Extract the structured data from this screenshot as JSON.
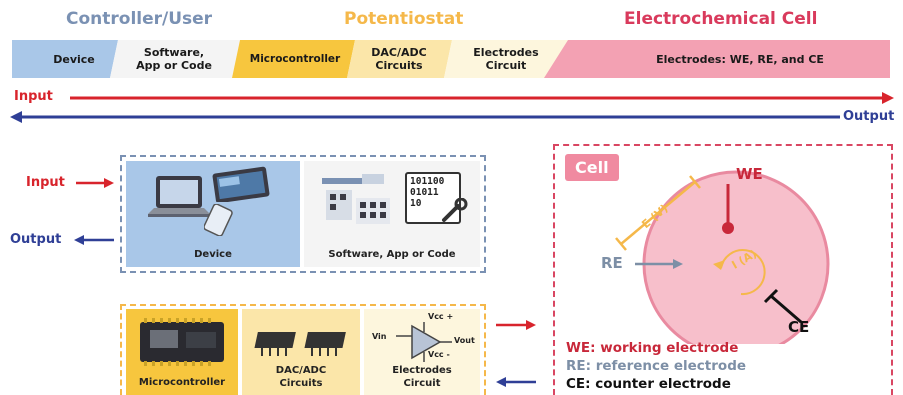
{
  "headers": {
    "controller_user": "Controller/User",
    "potentiostat": "Potentiostat",
    "electrochemical_cell": "Electrochemical Cell"
  },
  "pipeline": {
    "device": "Device",
    "software": "Software,\nApp or Code",
    "microcontroller": "Microcontroller",
    "dac_adc": "DAC/ADC\nCircuits",
    "electrodes_circuit": "Electrodes\nCircuit",
    "electrodes_all": "Electrodes: WE, RE, and CE"
  },
  "flow": {
    "input": "Input",
    "output": "Output"
  },
  "controller_box": {
    "input": "Input",
    "output": "Output",
    "device_caption": "Device",
    "software_caption": "Software, App or Code",
    "binary_text": "101100\n01011\n10"
  },
  "potentiostat_box": {
    "microcontroller_caption": "Microcontroller",
    "dac_adc_caption": "DAC/ADC\nCircuits",
    "electrodes_caption": "Electrodes\nCircuit",
    "vin": "Vin",
    "vout": "Vout",
    "vcc_plus": "Vcc +",
    "vcc_minus": "Vcc -"
  },
  "cell": {
    "title": "Cell",
    "we": "WE",
    "re": "RE",
    "ce": "CE",
    "potential": "E (V)",
    "current": "I (A)",
    "legend": [
      {
        "abbr": "WE:",
        "text": "working electrode",
        "color": "#c8283a"
      },
      {
        "abbr": "RE:",
        "text": "reference electrode",
        "color": "#7d8fa6"
      },
      {
        "abbr": "CE:",
        "text": "counter electrode",
        "color": "#111111"
      }
    ]
  },
  "colors": {
    "blue_header": "#7a91b3",
    "orange_header": "#f5b84a",
    "red_header": "#d93a5c",
    "input_red": "#d8242c",
    "output_blue": "#2f3f96",
    "device_fill": "#a9c7e8",
    "software_fill": "#f4f4f4",
    "micro_fill": "#f7c63e",
    "dac_fill": "#fbe6a9",
    "elec_fill": "#fdf6dd",
    "cell_fill": "#f3a1b3",
    "cell_border": "#d94662"
  }
}
